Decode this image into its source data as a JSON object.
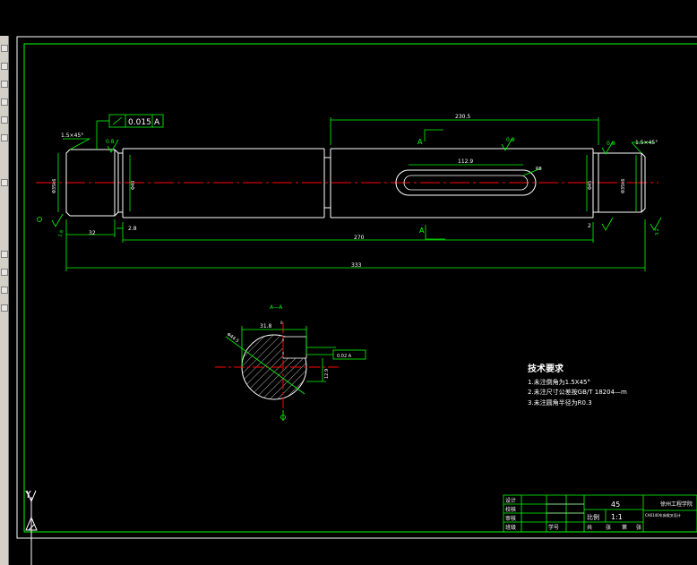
{
  "gdt": {
    "value": "0.015",
    "datum": "A"
  },
  "dims": {
    "chamfer_left": "1.5×45°",
    "chamfer_right": "1.5×45°",
    "rough_08_left": "0.8",
    "rough_08_right": "0.8",
    "rough_08_mid": "0.8",
    "rough_16": "1.6",
    "rough_32": "3.2",
    "dia_left": "Φ35k6",
    "dia_step": "Φ40",
    "dia_body": "Φ45",
    "dia_right": "Φ35k6",
    "len_32": "32",
    "len_28": "2.8",
    "len_270": "270",
    "len_333": "333",
    "len_2": "2",
    "len_2305": "230.5",
    "len_1129": "112.9",
    "r_key": "R8",
    "ref_A": "A"
  },
  "section": {
    "title": "A—A",
    "dim_top": "31.8",
    "dim_top2": "0",
    "dim_dia": "Φ44.5",
    "dim_right": "12.9",
    "tol_box": "0.02 A"
  },
  "tech": {
    "title": "技术要求",
    "items": [
      "1.未注倒角为1.5X45°",
      "2.未注尺寸公差按GB/T 18204—m",
      "3.未注圆角半径为R0.3"
    ]
  },
  "titleblock": {
    "material": "45",
    "scale_label": "比例",
    "scale": "1:1",
    "school": "徐州工程学院",
    "drawing_name": "CA6140车床拨叉设计",
    "rows": [
      "设计",
      "校核",
      "审核",
      "班级"
    ],
    "row_extra": "学号",
    "sheet": [
      "共",
      "张",
      "第",
      "张"
    ]
  },
  "ucs": {
    "y_label": "Y"
  },
  "colors": {
    "green": "#00ff00",
    "red": "#ff0000",
    "white": "#ffffff"
  }
}
